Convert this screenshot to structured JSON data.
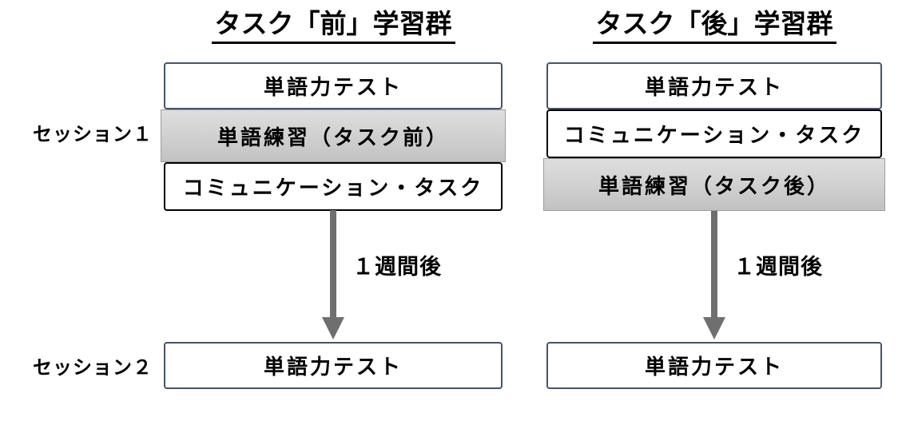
{
  "colors": {
    "box_border_blue": "#44546A",
    "box_border_black": "#000000",
    "gray_fill_top": "#DEDEDE",
    "gray_fill_bottom": "#C2C2C2",
    "gray_border": "#9D9D9D",
    "arrow": "#6F6F6F",
    "text": "#000000",
    "background": "#FFFFFF"
  },
  "session_labels": [
    {
      "label": "セッション１"
    },
    {
      "label": "セッション２"
    }
  ],
  "groups": [
    {
      "title": "タスク「前」学習群",
      "session1_steps": [
        {
          "label": "単語力テスト"
        },
        {
          "label": "単語練習（タスク前）"
        },
        {
          "label": "コミュニケーション・タスク"
        }
      ],
      "interval_label": "１週間後",
      "session2_steps": [
        {
          "label": "単語力テスト"
        }
      ]
    },
    {
      "title": "タスク「後」学習群",
      "session1_steps": [
        {
          "label": "単語力テスト"
        },
        {
          "label": "コミュニケーション・タスク"
        },
        {
          "label": "単語練習（タスク後）"
        }
      ],
      "interval_label": "１週間後",
      "session2_steps": [
        {
          "label": "単語力テスト"
        }
      ]
    }
  ]
}
